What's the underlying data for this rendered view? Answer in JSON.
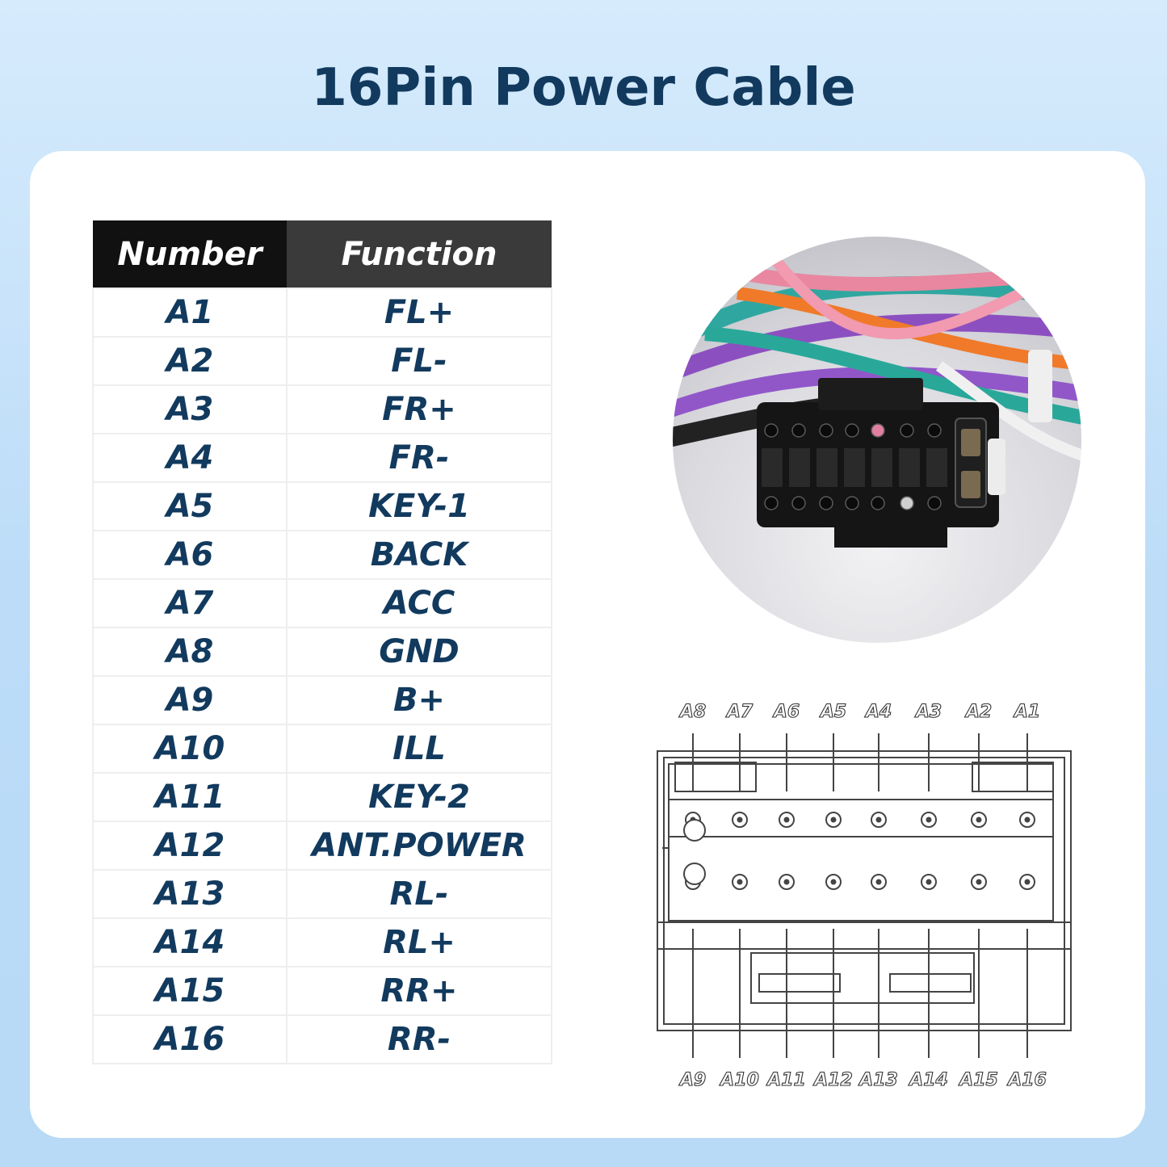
{
  "title": "16Pin Power Cable",
  "table": {
    "headers": {
      "number": "Number",
      "function": "Function"
    },
    "rows": [
      {
        "number": "A1",
        "function": "FL+"
      },
      {
        "number": "A2",
        "function": "FL-"
      },
      {
        "number": "A3",
        "function": "FR+"
      },
      {
        "number": "A4",
        "function": "FR-"
      },
      {
        "number": "A5",
        "function": "KEY-1"
      },
      {
        "number": "A6",
        "function": "BACK"
      },
      {
        "number": "A7",
        "function": "ACC"
      },
      {
        "number": "A8",
        "function": "GND"
      },
      {
        "number": "A9",
        "function": "B+"
      },
      {
        "number": "A10",
        "function": "ILL"
      },
      {
        "number": "A11",
        "function": "KEY-2"
      },
      {
        "number": "A12",
        "function": "ANT.POWER"
      },
      {
        "number": "A13",
        "function": "RL-"
      },
      {
        "number": "A14",
        "function": "RL+"
      },
      {
        "number": "A15",
        "function": "RR+"
      },
      {
        "number": "A16",
        "function": "RR-"
      }
    ]
  },
  "schematic": {
    "top_pins": [
      "A8",
      "A7",
      "A6",
      "A5",
      "A4",
      "A3",
      "A2",
      "A1"
    ],
    "bottom_pins": [
      "A9",
      "A10",
      "A11",
      "A12",
      "A13",
      "A14",
      "A15",
      "A16"
    ]
  },
  "colors": {
    "title": "#123a5e",
    "header_number_bg": "#111111",
    "header_function_bg": "#3a3a3a",
    "cell_text": "#123a5e"
  }
}
